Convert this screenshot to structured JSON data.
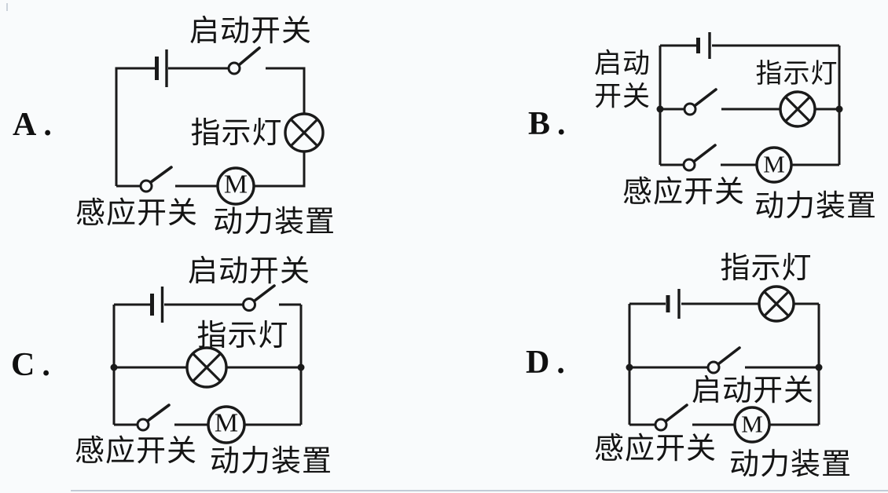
{
  "page": {
    "background_color": "#f9fbfc",
    "line_color": "#1a1a1a",
    "bottom_rule_color": "#c2cbd6"
  },
  "options": [
    {
      "letter": "A.",
      "labels": {
        "start_switch": "启动开关",
        "indicator": "指示灯",
        "induction_switch": "感应开关",
        "power_unit": "动力装置",
        "motor": "M"
      }
    },
    {
      "letter": "B.",
      "labels": {
        "start_switch_line1": "启动",
        "start_switch_line2": "开关",
        "indicator": "指示灯",
        "induction_switch": "感应开关",
        "power_unit": "动力装置",
        "motor": "M"
      }
    },
    {
      "letter": "C.",
      "labels": {
        "start_switch": "启动开关",
        "indicator": "指示灯",
        "induction_switch": "感应开关",
        "power_unit": "动力装置",
        "motor": "M"
      }
    },
    {
      "letter": "D.",
      "labels": {
        "start_switch": "启动开关",
        "indicator": "指示灯",
        "induction_switch": "感应开关",
        "power_unit": "动力装置",
        "motor": "M"
      }
    }
  ]
}
